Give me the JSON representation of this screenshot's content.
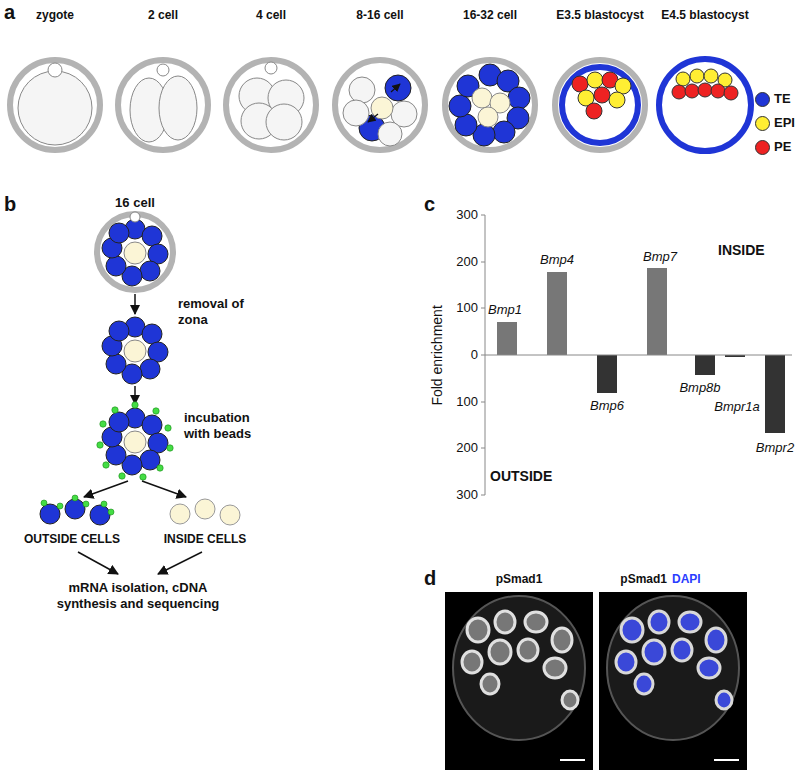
{
  "diagram": {
    "labels": [
      "a",
      "zygote",
      "2 cell",
      "4 cell",
      "8-16 cell",
      "16-32 cell",
      "E3.5 blastocyst",
      "E4.5 blastocyst",
      "b",
      "16 cell",
      "removal of zona",
      "incubation with beads",
      "OUTSIDE CELLS",
      "INSIDE CELLS",
      "mRNA isolation, cDNA synthesis and sequencing",
      "c",
      "300",
      "200",
      "100",
      "0",
      "100",
      "200",
      "300",
      "Fold enrichment",
      "INSIDE",
      "OUTSIDE",
      "Bmp1",
      "Bmp4",
      "Bmp6",
      "Bmp7",
      "Bmp8b",
      "Bmpr1a",
      "Bmpr2",
      "d",
      "pSmad1",
      "pSmad1",
      "DAPI"
    ],
    "legend": [
      {
        "text": "TE",
        "color": "#1f35d6"
      },
      {
        "text": "EPI",
        "color": "#ffee33"
      },
      {
        "text": "PE",
        "color": "#ee2222"
      }
    ]
  }
}
